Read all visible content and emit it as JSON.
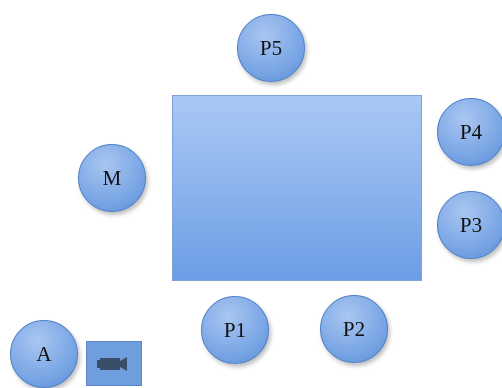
{
  "seats": {
    "p5": "P5",
    "p4": "P4",
    "m": "M",
    "p3": "P3",
    "p1": "P1",
    "p2": "P2",
    "a": "A"
  },
  "colors": {
    "table_fill": "#8fb6ee",
    "seat_fill": "#7ea9e6",
    "camera_fill": "#6f9edf",
    "camera_icon": "#3a4e6a"
  },
  "icons": {
    "camera": "video-camera-icon"
  }
}
